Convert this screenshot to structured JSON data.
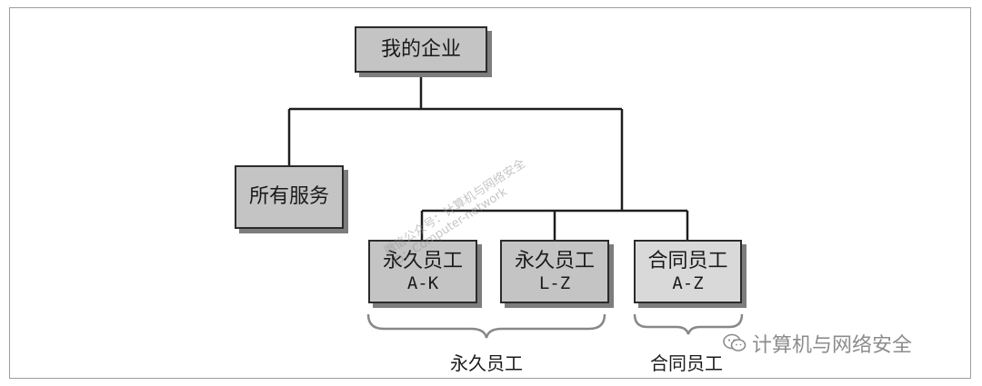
{
  "nodes": {
    "root": "我的企业",
    "services": "所有服务",
    "perm_ak": {
      "title": "永久员工",
      "range": "A-K"
    },
    "perm_lz": {
      "title": "永久员工",
      "range": "L-Z"
    },
    "contract_az": {
      "title": "合同员工",
      "range": "A-Z"
    }
  },
  "groups": {
    "permanent": "永久员工",
    "contract": "合同员工"
  },
  "watermark": {
    "diagonal_line1": "微信公众号：计算机与网络安全",
    "diagonal_line2": "ID：Computer-network",
    "brand": "计算机与网络安全"
  },
  "colors": {
    "border": "#2b2b2b",
    "shadow": "#7d7d7d",
    "fill_dark": "#c4c4c4",
    "fill_light": "#d9d9d9"
  }
}
